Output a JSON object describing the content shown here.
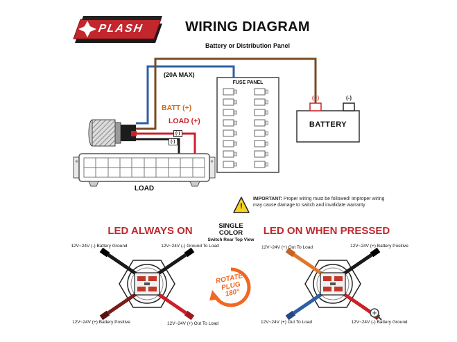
{
  "header": {
    "logo_text": "PLASH",
    "title": "WIRING DIAGRAM",
    "subtitle": "Battery or Distribution Panel"
  },
  "diagram": {
    "fuse_rating": "(20A MAX)",
    "fuse_panel_label": "FUSE PANEL",
    "batt_wire_label": "BATT (+)",
    "load_wire_label": "LOAD (+)",
    "neg_tag_1": "(-)",
    "neg_tag_2": "(-)",
    "battery_label": "BATTERY",
    "battery_positive": "(+)",
    "battery_negative": "(-)",
    "load_label": "LOAD",
    "warning_mark": "!",
    "warning_title": "IMPORTANT:",
    "warning_body": "Proper wiring must be followed! Improper wiring may cause damage to switch and invalidate warranty"
  },
  "switch_views": {
    "always_on_title": "LED ALWAYS ON",
    "pressed_title": "LED ON WHEN PRESSED",
    "center_line1": "SINGLE",
    "center_line2": "COLOR",
    "center_caption": "Switch Rear Top View",
    "rotate_line1": "ROTATE",
    "rotate_line2": "PLUG",
    "rotate_line3": "180°",
    "always_on": {
      "top_left": "12V~24V (-) Battery Ground",
      "top_right": "12V~24V (-) Ground To Load",
      "bottom_left": "12V~24V (+) Battery Positive",
      "bottom_right": "12V~24V (+) Out To Load"
    },
    "on_when_pressed": {
      "top_left": "12V~24V (+) Out To Load",
      "top_right": "12V~24V (+) Battery Positive",
      "bottom_left": "12V~24V (+) Out To Load",
      "bottom_right": "12V~24V (-) Battery Ground"
    }
  },
  "colors": {
    "accent_red": "#c1272d",
    "wire_red": "#cc2027",
    "wire_blue": "#2e5fa3",
    "wire_brown": "#7a4a21",
    "wire_orange": "#e0762a",
    "wire_black": "#1a1a1a",
    "warning_yellow": "#f7d21e",
    "rotate_orange": "#f26722"
  }
}
